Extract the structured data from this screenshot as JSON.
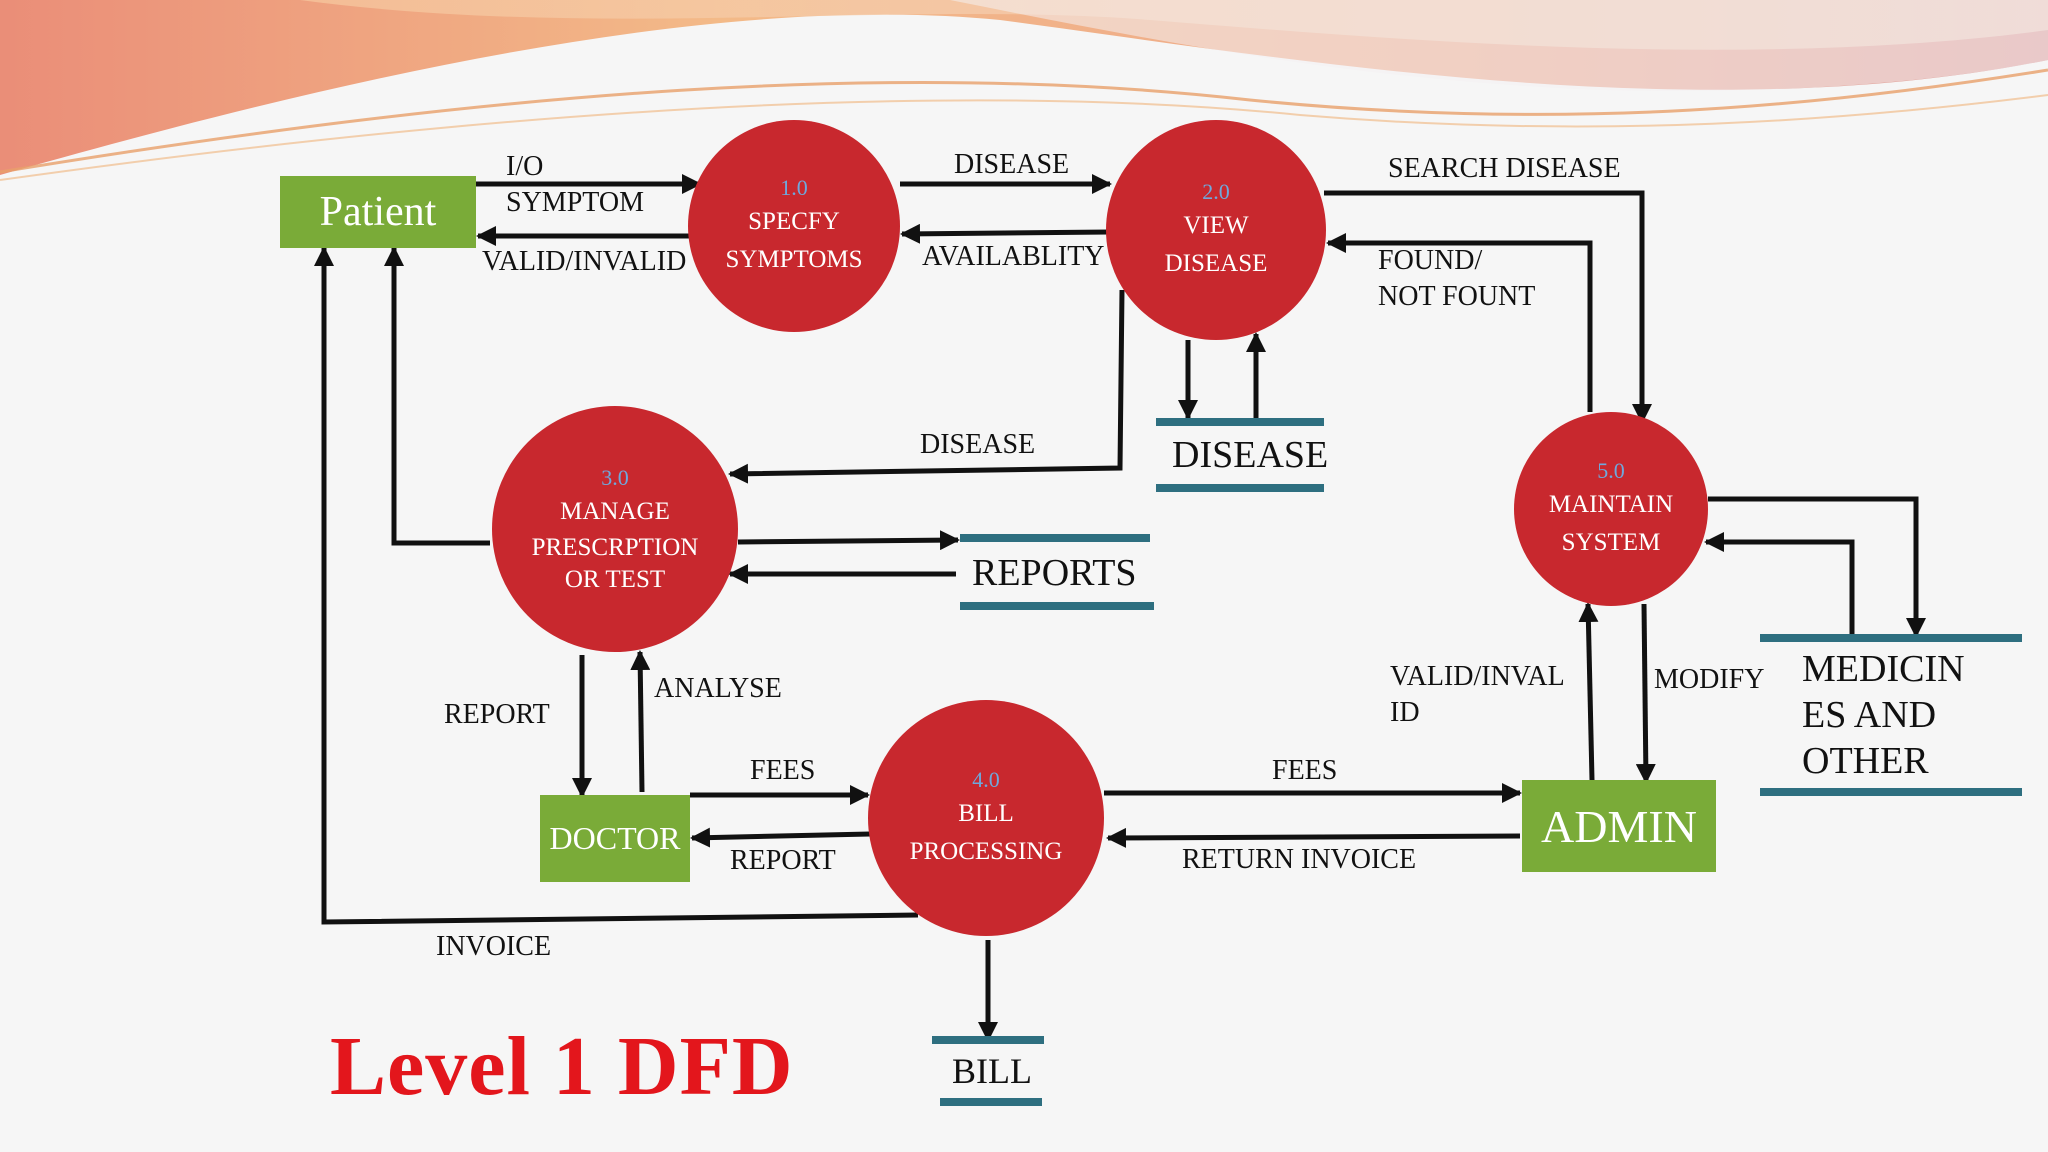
{
  "title": "Level 1 DFD",
  "entities": {
    "patient": "Patient",
    "doctor": "DOCTOR",
    "admin": "ADMIN"
  },
  "processes": {
    "p1": {
      "num": "1.0",
      "lines": [
        "SPECFY",
        "SYMPTOMS"
      ]
    },
    "p2": {
      "num": "2.0",
      "lines": [
        "VIEW",
        "DISEASE"
      ]
    },
    "p3": {
      "num": "3.0",
      "lines": [
        "MANAGE",
        "PRESCRPTION",
        "OR TEST"
      ]
    },
    "p4": {
      "num": "4.0",
      "lines": [
        "BILL",
        "PROCESSING"
      ]
    },
    "p5": {
      "num": "5.0",
      "lines": [
        "MAINTAIN",
        "SYSTEM"
      ]
    }
  },
  "stores": {
    "disease": "DISEASE",
    "reports": "REPORTS",
    "bill": "BILL",
    "medicines": [
      "MEDICIN",
      "ES AND",
      "OTHER"
    ]
  },
  "flows": {
    "io": "I/O",
    "symptom": "SYMPTOM",
    "valid_invalid": "VALID/INVALID",
    "disease_1_2": "DISEASE",
    "availablity": "AVAILABLITY",
    "search_disease": "SEARCH DISEASE",
    "found": "FOUND/",
    "not_fount": "NOT FOUNT",
    "disease_2_3": "DISEASE",
    "report_down": "REPORT",
    "analyse": "ANALYSE",
    "fees_doctor": "FEES",
    "report_back": "REPORT",
    "fees_admin": "FEES",
    "return_invoice": "RETURN INVOICE",
    "valid_inval": "VALID/INVAL",
    "id": "ID",
    "modify": "MODIFY",
    "invoice": "INVOICE"
  },
  "colors": {
    "entity": "#7aab38",
    "process": "#c8282e",
    "process_num": "#6fa8dc",
    "store_bar": "#2e6f80",
    "title": "#e3161c",
    "arrow": "#111111"
  }
}
